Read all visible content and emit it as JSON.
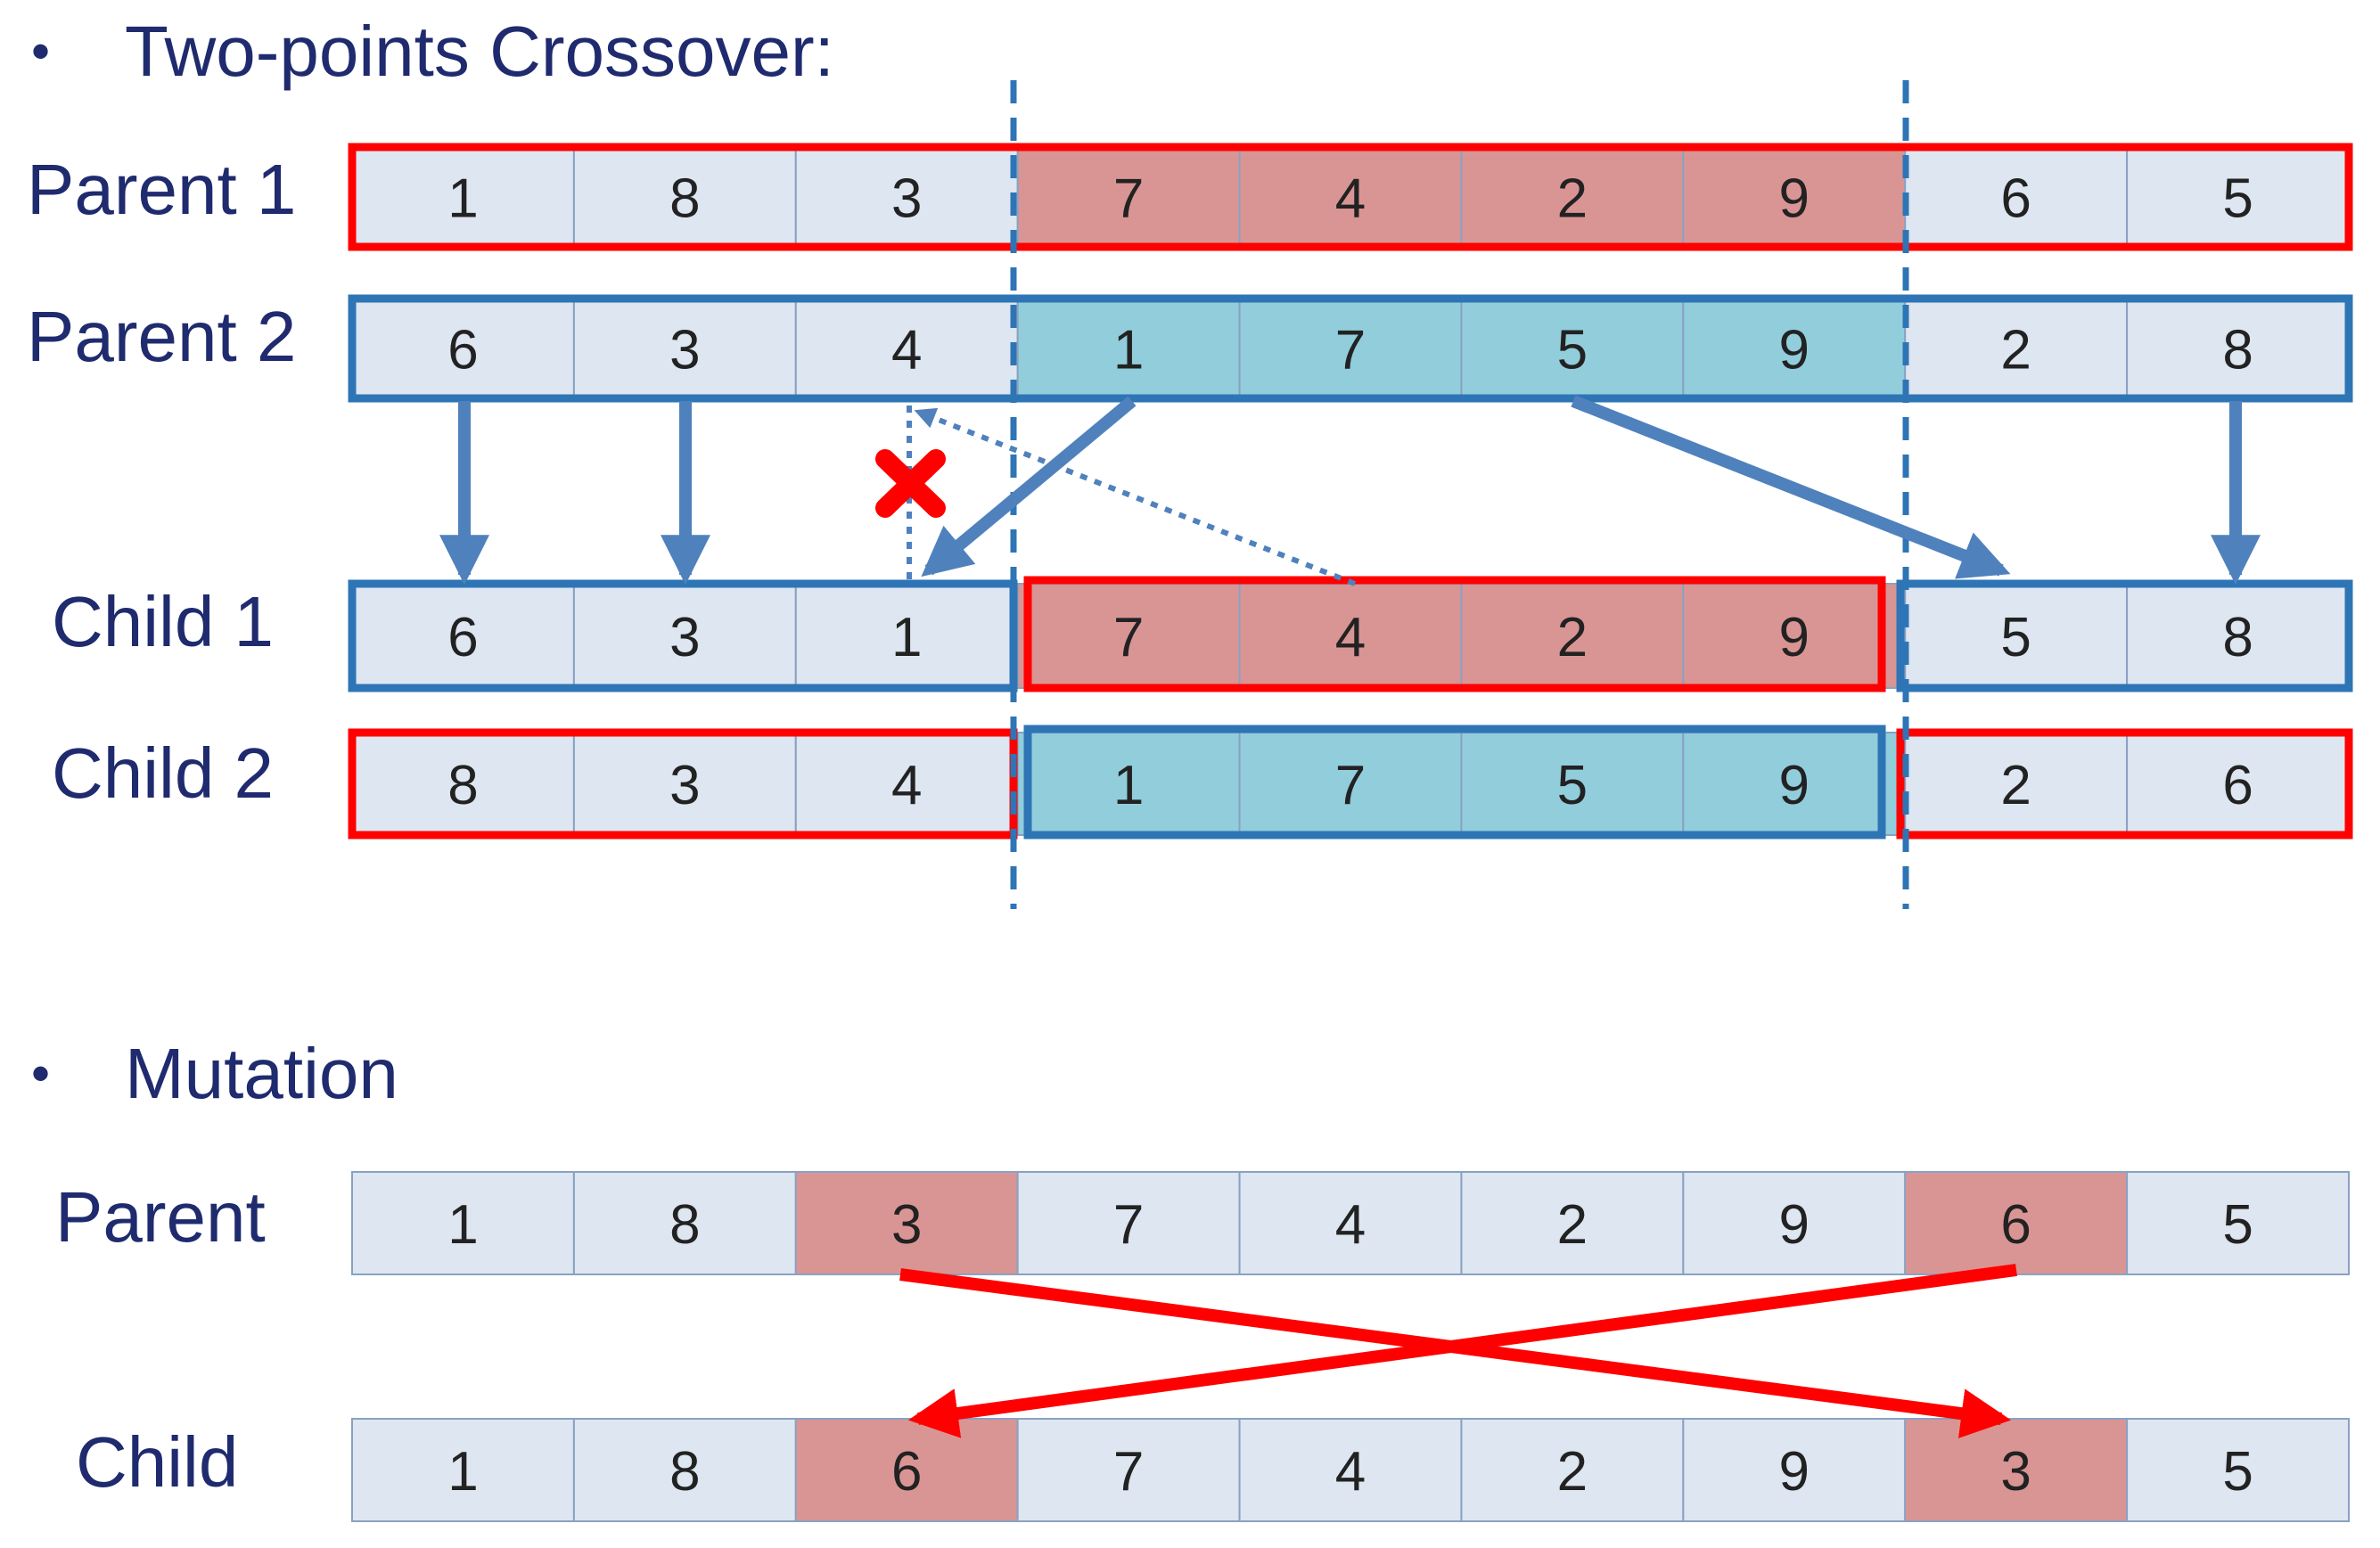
{
  "crossover": {
    "bullet": "•",
    "title": "Two-points Crossover:",
    "parent1": {
      "label": "Parent 1",
      "genes": [
        "1",
        "8",
        "3",
        "7",
        "4",
        "2",
        "9",
        "6",
        "5"
      ]
    },
    "parent2": {
      "label": "Parent 2",
      "genes": [
        "6",
        "3",
        "4",
        "1",
        "7",
        "5",
        "9",
        "2",
        "8"
      ]
    },
    "child1": {
      "label": "Child 1",
      "genes": [
        "6",
        "3",
        "1",
        "7",
        "4",
        "2",
        "9",
        "5",
        "8"
      ]
    },
    "child2": {
      "label": "Child 2",
      "genes": [
        "8",
        "3",
        "4",
        "1",
        "7",
        "5",
        "9",
        "2",
        "6"
      ]
    },
    "cut_points": [
      3,
      7
    ]
  },
  "mutation": {
    "bullet": "•",
    "title": "Mutation",
    "parent": {
      "label": "Parent",
      "genes": [
        "1",
        "8",
        "3",
        "7",
        "4",
        "2",
        "9",
        "6",
        "5"
      ]
    },
    "child": {
      "label": "Child",
      "genes": [
        "1",
        "8",
        "6",
        "7",
        "4",
        "2",
        "9",
        "3",
        "5"
      ]
    },
    "swap_positions": [
      2,
      7
    ]
  },
  "colors": {
    "red": "#ff0000",
    "blue": "#2e75b6",
    "cell_light": "#dde6f1",
    "cell_red": "#d99594",
    "cell_blue": "#92cddc",
    "arrow_blue": "#4f81bd",
    "text_dark": "#1f2b6e",
    "grid": "#8aa1c2"
  }
}
